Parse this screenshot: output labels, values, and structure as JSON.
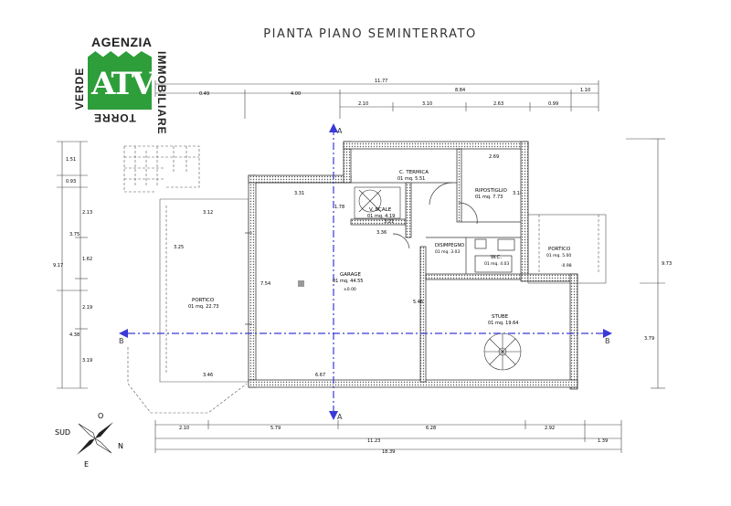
{
  "title": "PIANTA PIANO SEMINTERRATO",
  "logo": {
    "top": "AGENZIA",
    "right": "IMMOBILIARE",
    "left": "VERDE",
    "bottom": "TORRE",
    "brand_color": "#2e9e3a"
  },
  "rooms": {
    "garage_name": "GARAGE",
    "garage_area": "01 mq. 44.55",
    "portico_left_name": "PORTICO",
    "portico_left_area": "01 mq. 22.73",
    "termica_name": "C. TERMICA",
    "termica_area": "01 mq. 5.51",
    "ripostiglio_name": "RIPOSTIGLIO",
    "ripostiglio_area": "01 mq. 7.73",
    "vscale_name": "V. SCALE",
    "vscale_area": "01 mq. 4.19",
    "disimpegno_name": "DISIMPEGNO",
    "disimpegno_area": "01 mq. 3.03",
    "wc_name": "W.C.",
    "wc_area": "01 mq. 4.03",
    "portico_right_name": "PORTICO",
    "portico_right_area": "01 mq. 5.00",
    "stube_name": "STUBE",
    "stube_area": "01 mq. 19.64"
  },
  "section_labels": {
    "a": "A",
    "b": "B"
  },
  "elevation": {
    "garage": "±0.00",
    "portico_right": "-0.98"
  },
  "compass": {
    "north": "N",
    "south": "SUD",
    "east": "E",
    "west": "O"
  },
  "dims": {
    "top_overall": "11.77",
    "top_a": "0.49",
    "top_b": "4.00",
    "top_c": "8.84",
    "top_d": "1.10",
    "top2_a": "2.10",
    "top2_b": "3.10",
    "top2_c": "2.63",
    "top2_d": "0.99",
    "bot_a": "2.10",
    "bot_b": "5.79",
    "bot_c": "6.28",
    "bot_d": "2.92",
    "bot2_a": "11.23",
    "bot2_b": "1.39",
    "bot_overall": "18.39",
    "left_a": "1.51",
    "left_b": "0.93",
    "left_c": "2.13",
    "left_d": "1.62",
    "left_e": "2.19",
    "left_f": "3.19",
    "left_g": "3.75",
    "left_h": "4.38",
    "left_overall": "9.17",
    "right_a": "3.18",
    "right_b": "3.79",
    "right_overall": "9.73",
    "garage_w_top": "3.31",
    "garage_w_bot": "6.67",
    "garage_h": "7.54",
    "portico_w_top": "3.12",
    "portico_w_bot": "3.46",
    "portico_h": "3.25",
    "stube_h": "5.46",
    "inner_a": "3.21",
    "inner_b": "3.36",
    "inner_c": "1.78",
    "inner_d": "2.69"
  }
}
